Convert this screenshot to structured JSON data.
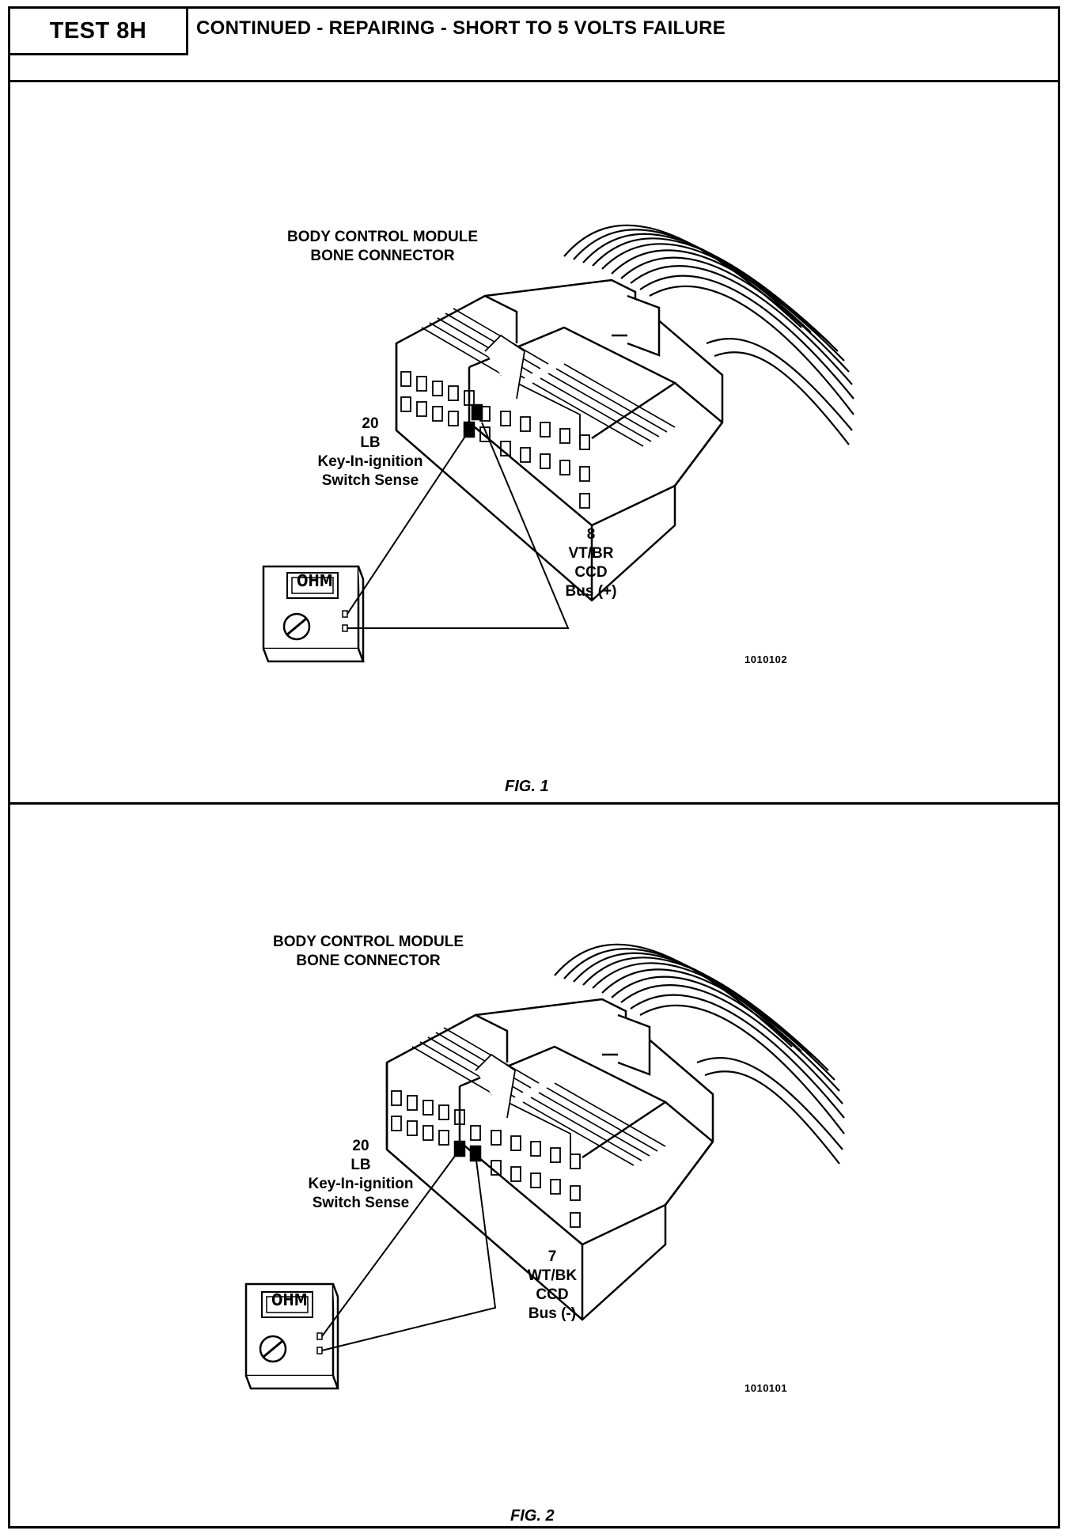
{
  "header": {
    "test_number": "TEST 8H",
    "title": "CONTINUED - REPAIRING - SHORT TO 5 VOLTS FAILURE"
  },
  "figures": [
    {
      "caption": "FIG. 1",
      "connector_title": [
        "BODY CONTROL MODULE",
        "BONE CONNECTOR"
      ],
      "pin_a": [
        "20",
        "LB",
        "Key-In-ignition",
        "Switch Sense"
      ],
      "pin_b": [
        "8",
        "VT/BR",
        "CCD",
        "Bus (+)"
      ],
      "meter_display": "OHM",
      "figure_code": "1010102"
    },
    {
      "caption": "FIG. 2",
      "connector_title": [
        "BODY CONTROL MODULE",
        "BONE CONNECTOR"
      ],
      "pin_a": [
        "20",
        "LB",
        "Key-In-ignition",
        "Switch Sense"
      ],
      "pin_b": [
        "7",
        "WT/BK",
        "CCD",
        "Bus (-)"
      ],
      "meter_display": "OHM",
      "figure_code": "1010101"
    }
  ]
}
